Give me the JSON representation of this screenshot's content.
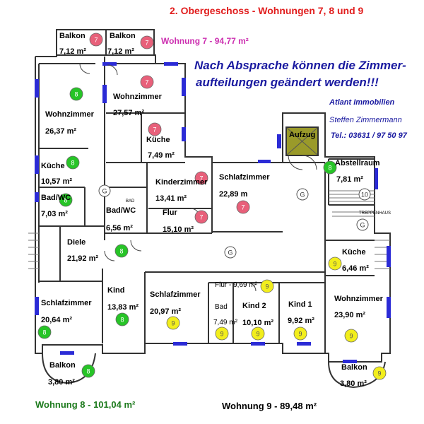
{
  "header": {
    "title": "2. Obergeschoss - Wohnungen 7, 8 und 9",
    "wohnung7": "Wohnung 7 - 94,77 m²",
    "wohnung8": "Wohnung 8 - 101,04 m²",
    "wohnung9": "Wohnung 9 - 89,48 m²"
  },
  "note": {
    "line1": "Nach Absprache können die Zimmer-",
    "line2": "aufteilungen geändert werden!!!"
  },
  "contact": {
    "company": "Atlant Immobilien",
    "person": "Steffen Zimmermann",
    "phone": "Tel.: 03631 / 97 50 97"
  },
  "colors": {
    "wohnung7": "#e8607a",
    "wohnung8": "#27c427",
    "wohnung9": "#f2ee1c",
    "window": "#2b2bd6",
    "aufzug": "#9a9a2a"
  },
  "rooms": {
    "balkon7a": {
      "name": "Balkon",
      "area": "7,12 m²"
    },
    "balkon7b": {
      "name": "Balkon",
      "area": "7,12 m²"
    },
    "wohnzimmer8": {
      "name": "Wohnzimmer",
      "area": "26,37 m²"
    },
    "wohnzimmer7": {
      "name": "Wohnzimmer",
      "area": "27,57 m²"
    },
    "kueche7": {
      "name": "Küche",
      "area": "7,49 m²"
    },
    "kueche8": {
      "name": "Küche",
      "area": "10,57 m²"
    },
    "badwc8": {
      "name": "Bad/WC",
      "area": "7,03 m²"
    },
    "kinderzimmer7": {
      "name": "Kinderzimmer",
      "area": "13,41 m²"
    },
    "schlafzimmer7": {
      "name": "Schlafzimmer",
      "area": "22,89 m"
    },
    "badwc7": {
      "name": "Bad/WC",
      "area": "6,56 m²",
      "small": "BAD"
    },
    "flur7": {
      "name": "Flur",
      "area": "15,10 m²"
    },
    "diele8": {
      "name": "Diele",
      "area": "21,92 m²"
    },
    "schlafzimmer8": {
      "name": "Schlafzimmer",
      "area": "20,64 m²"
    },
    "kind8": {
      "name": "Kind",
      "area": "13,83 m²"
    },
    "schlafzimmer9": {
      "name": "Schlafzimmer",
      "area": "20,97 m²"
    },
    "flur9": {
      "name": "Flur - 9,69 m²"
    },
    "bad9": {
      "name": "Bad",
      "area": "7,49 m²"
    },
    "kind2": {
      "name": "Kind 2",
      "area": "10,10 m²"
    },
    "kind1": {
      "name": "Kind 1",
      "area": "9,92 m²"
    },
    "wohnzimmer9": {
      "name": "Wohnzimmer",
      "area": "23,90 m²"
    },
    "kueche9": {
      "name": "Küche",
      "area": "6,46 m²"
    },
    "abstellraum9": {
      "name": "Abstellraum",
      "area": "7,81 m²"
    },
    "aufzug": {
      "name": "Aufzug"
    },
    "treppenhaus": {
      "name": "TREPPENHAUS"
    },
    "balkon8": {
      "name": "Balkon",
      "area": "3,80 m²"
    },
    "balkon9": {
      "name": "Balkon",
      "area": "3,80 m²"
    }
  },
  "markers": [
    {
      "unit": "7",
      "label": "7"
    },
    {
      "unit": "7",
      "label": "7"
    },
    {
      "unit": "7",
      "label": "7"
    },
    {
      "unit": "7",
      "label": "7"
    },
    {
      "unit": "7",
      "label": "7"
    },
    {
      "unit": "7",
      "label": "7"
    },
    {
      "unit": "7",
      "label": "7"
    },
    {
      "unit": "8",
      "label": "8"
    },
    {
      "unit": "8",
      "label": "8"
    },
    {
      "unit": "8",
      "label": "8"
    },
    {
      "unit": "8",
      "label": "8"
    },
    {
      "unit": "8",
      "label": "8"
    },
    {
      "unit": "8",
      "label": "8"
    },
    {
      "unit": "8",
      "label": "8"
    },
    {
      "unit": "8",
      "label": "8"
    },
    {
      "unit": "9",
      "label": "9"
    },
    {
      "unit": "9",
      "label": "9"
    },
    {
      "unit": "9",
      "label": "9"
    },
    {
      "unit": "9",
      "label": "9"
    },
    {
      "unit": "9",
      "label": "9"
    },
    {
      "unit": "9",
      "label": "9"
    },
    {
      "unit": "9",
      "label": "9"
    },
    {
      "unit": "9",
      "label": "9"
    },
    {
      "unit": "9",
      "label": "9"
    }
  ],
  "stair_symbols": [
    {
      "label": "G"
    },
    {
      "label": "G"
    },
    {
      "label": "G"
    },
    {
      "label": "G"
    },
    {
      "label": "10"
    }
  ]
}
